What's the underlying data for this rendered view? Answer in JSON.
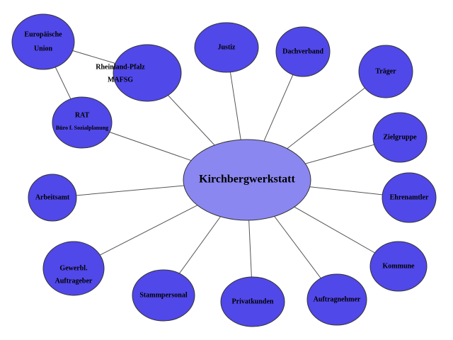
{
  "diagram": {
    "center": {
      "label": "Kirchbergwerkstatt"
    },
    "nodes": [
      {
        "id": "eu",
        "lines": [
          "Europäische",
          "Union"
        ]
      },
      {
        "id": "rp",
        "lines": [
          "Rheinland-Pfalz",
          "MAFSG"
        ]
      },
      {
        "id": "rat",
        "lines": [
          "RAT",
          "Büro f. Sozialplanung"
        ]
      },
      {
        "id": "justiz",
        "lines": [
          "Justiz"
        ]
      },
      {
        "id": "dachverband",
        "lines": [
          "Dachverband"
        ]
      },
      {
        "id": "traeger",
        "lines": [
          "Träger"
        ]
      },
      {
        "id": "zielgruppe",
        "lines": [
          "Zielgruppe"
        ]
      },
      {
        "id": "ehrenamtler",
        "lines": [
          "Ehrenamtler"
        ]
      },
      {
        "id": "kommune",
        "lines": [
          "Kommune"
        ]
      },
      {
        "id": "auftragnehmer",
        "lines": [
          "Auftragnehmer"
        ]
      },
      {
        "id": "privatkunden",
        "lines": [
          "Privatkunden"
        ]
      },
      {
        "id": "stammpersonal",
        "lines": [
          "Stammpersonal"
        ]
      },
      {
        "id": "gewerbl",
        "lines": [
          "Gewerbl.",
          "Auftrageber"
        ]
      },
      {
        "id": "arbeitsamt",
        "lines": [
          "Arbeitsamt"
        ]
      }
    ],
    "edges": [
      [
        "center",
        "rp"
      ],
      [
        "center",
        "rat"
      ],
      [
        "center",
        "justiz"
      ],
      [
        "center",
        "dachverband"
      ],
      [
        "center",
        "traeger"
      ],
      [
        "center",
        "zielgruppe"
      ],
      [
        "center",
        "ehrenamtler"
      ],
      [
        "center",
        "kommune"
      ],
      [
        "center",
        "auftragnehmer"
      ],
      [
        "center",
        "privatkunden"
      ],
      [
        "center",
        "stammpersonal"
      ],
      [
        "center",
        "gewerbl"
      ],
      [
        "center",
        "arbeitsamt"
      ],
      [
        "eu",
        "rp"
      ],
      [
        "eu",
        "rat"
      ]
    ],
    "colors": {
      "node": "#5048E8",
      "center": "#8B87F0"
    }
  }
}
